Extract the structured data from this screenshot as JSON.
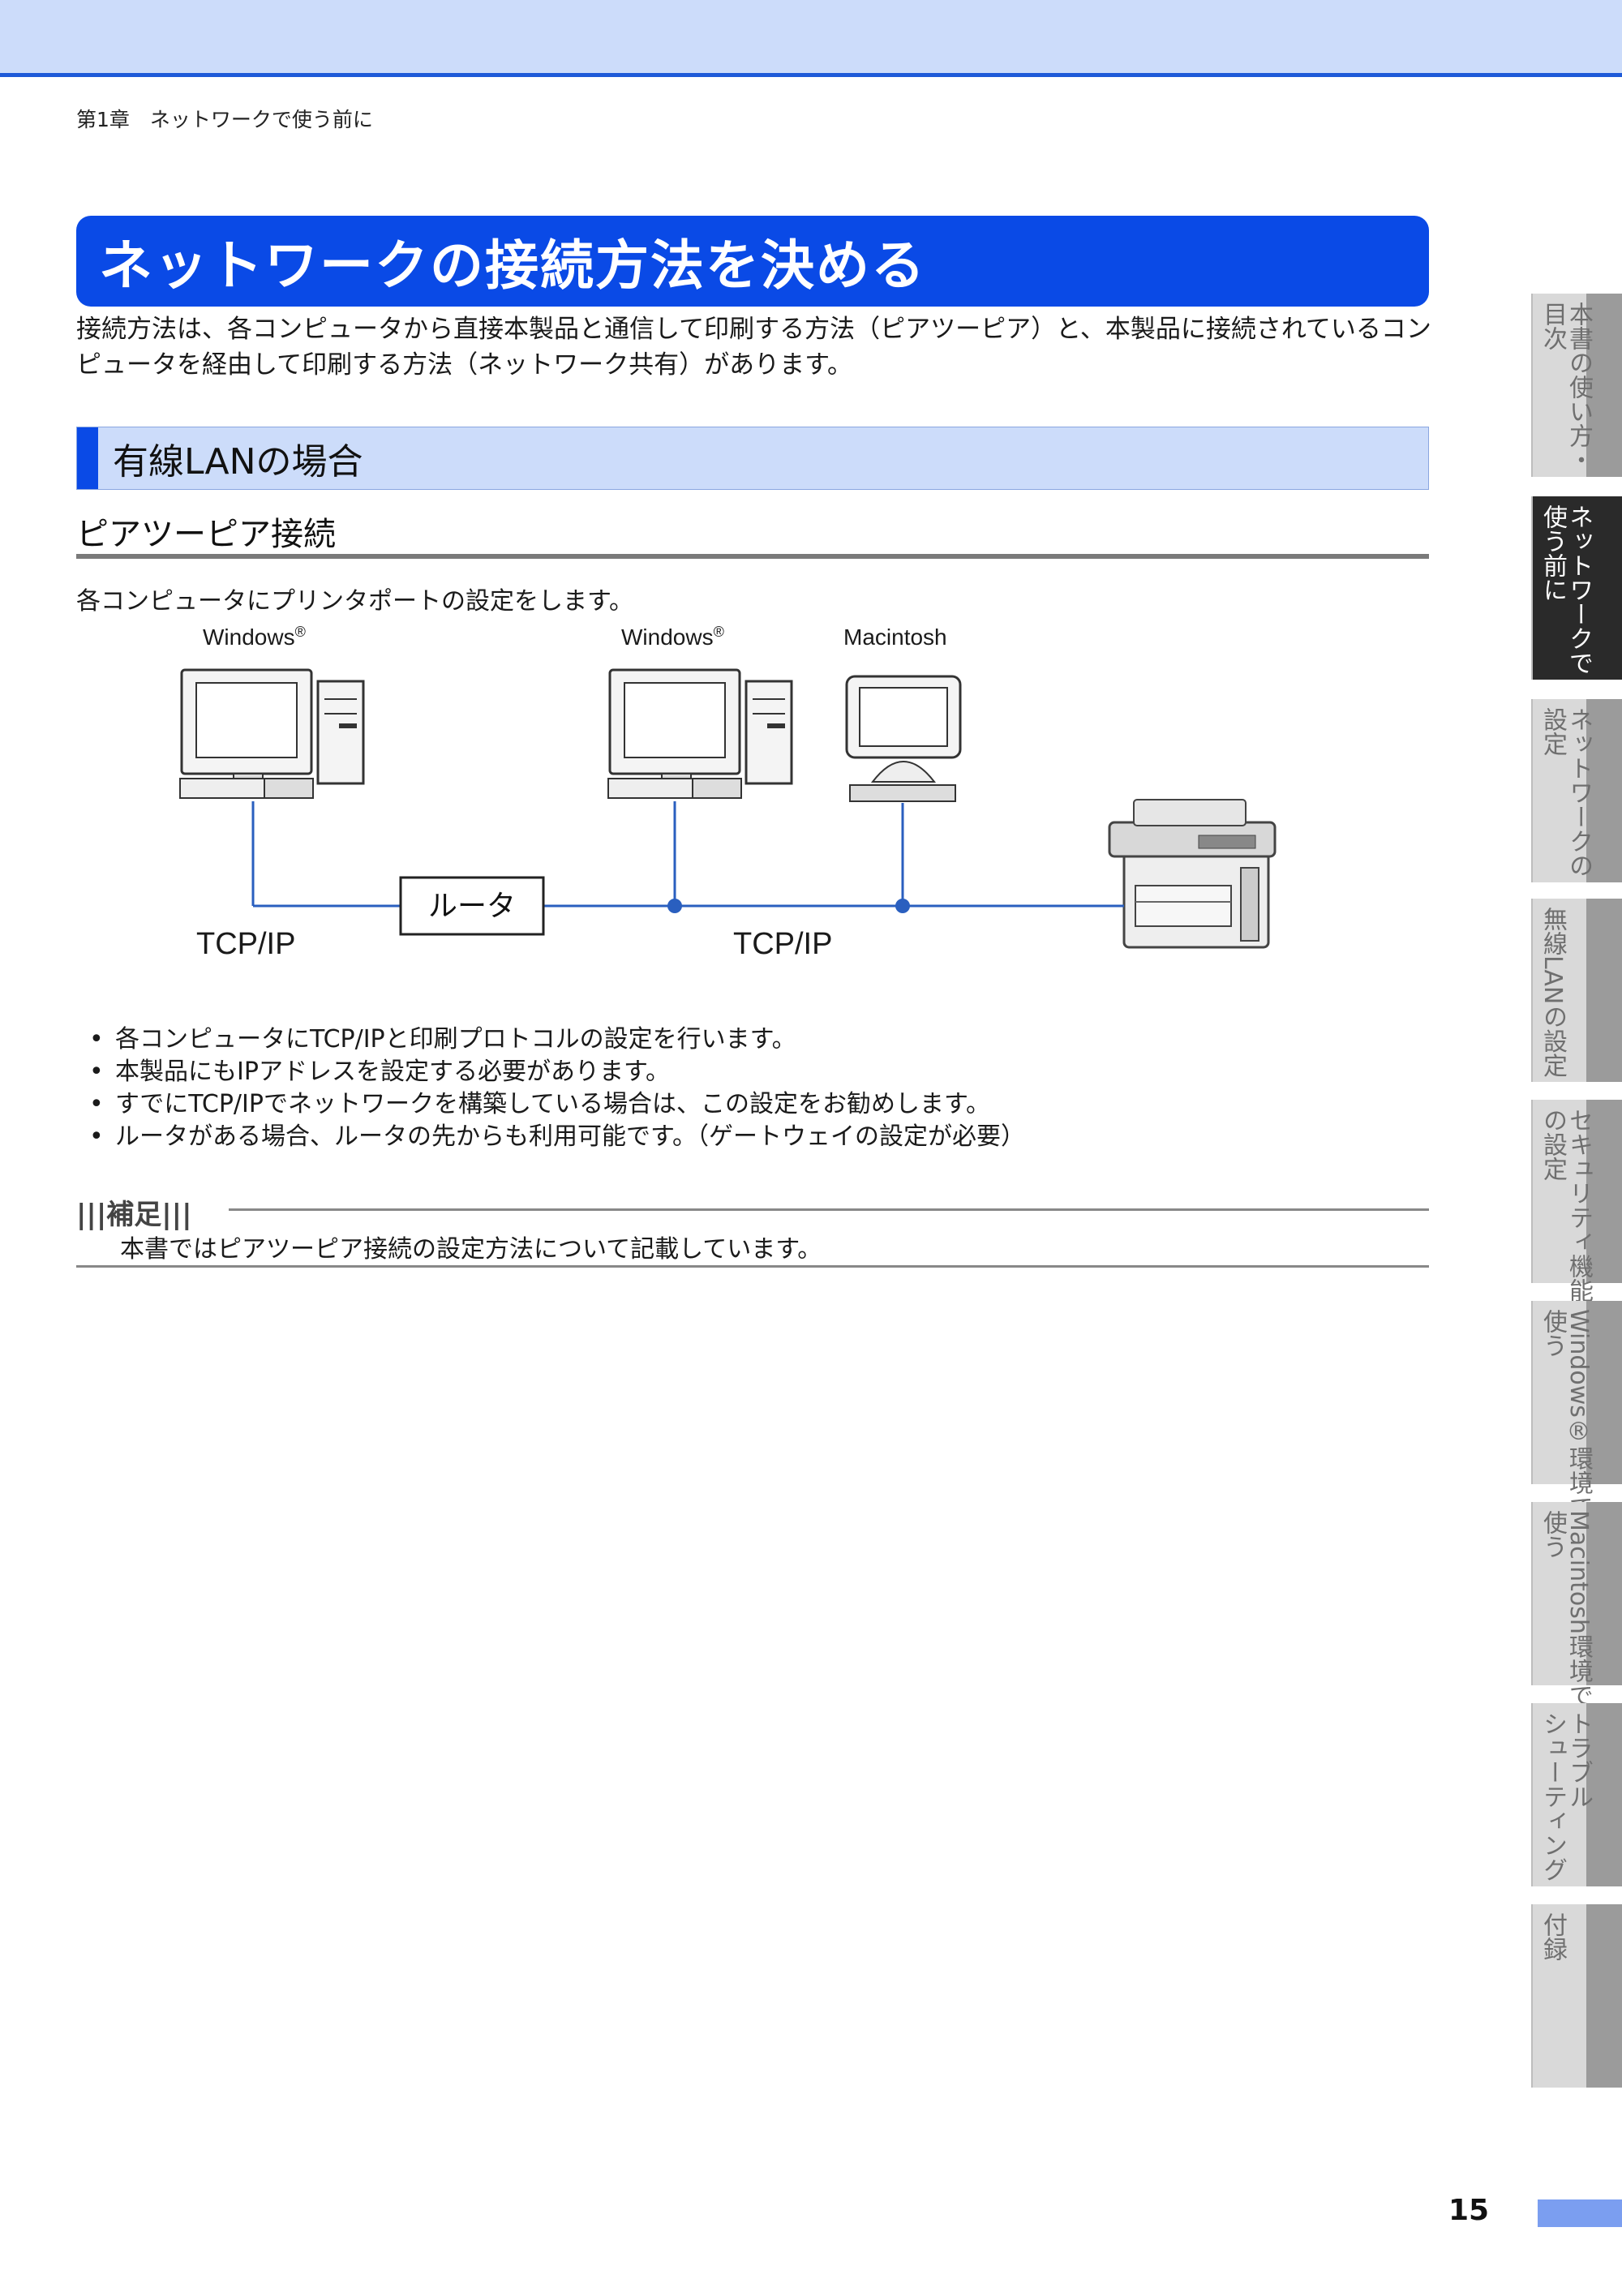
{
  "header": {
    "chapter": "第1章　ネットワークで使う前に"
  },
  "main": {
    "title": "ネットワークの接続方法を決める",
    "intro": "接続方法は、各コンピュータから直接本製品と通信して印刷する方法（ピアツーピア）と、本製品に接続されているコンピュータを経由して印刷する方法（ネットワーク共有）があります。",
    "section": "有線LANの場合",
    "subsection": "ピアツーピア接続",
    "description": "各コンピュータにプリンタポートの設定をします。",
    "diagram": {
      "pc1_label": "Windows",
      "pc2_label": "Windows",
      "reg_mark": "®",
      "mac_label": "Macintosh",
      "router_label": "ルータ",
      "protocol_left": "TCP/IP",
      "protocol_right": "TCP/IP"
    },
    "bullets": [
      "各コンピュータにTCP/IPと印刷プロトコルの設定を行います。",
      "本製品にもIPアドレスを設定する必要があります。",
      "すでにTCP/IPでネットワークを構築している場合は、この設定をお勧めします。",
      "ルータがある場合、ルータの先からも利用可能です。（ゲートウェイの設定が必要）"
    ],
    "note": {
      "label": "補足",
      "text": "本書ではピアツーピア接続の設定方法について記載しています。"
    }
  },
  "side_tabs": [
    {
      "label": "本書の使い方・\n目次",
      "active": false
    },
    {
      "label": "ネットワークで\n使う前に",
      "active": true
    },
    {
      "label": "ネットワークの\n設定",
      "active": false
    },
    {
      "label": "無線LANの設定",
      "active": false
    },
    {
      "label": "セキュリティ機能\nの設定",
      "active": false
    },
    {
      "label": "Windows®環境で\n使う",
      "active": false
    },
    {
      "label": "Macintosh環境で\n使う",
      "active": false
    },
    {
      "label": "トラブル\nシューティング",
      "active": false
    },
    {
      "label": "付録",
      "active": false
    }
  ],
  "footer": {
    "page_number": "15"
  },
  "colors": {
    "accent": "#0a4ae6",
    "band": "#ccdcfa",
    "network_line": "#2a5fbf"
  }
}
